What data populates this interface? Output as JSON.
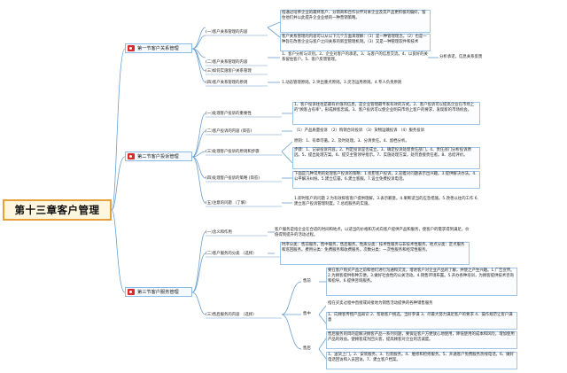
{
  "root": {
    "title": "第十三章客户管理"
  },
  "sections": [
    {
      "title": "第一节客户关系管理"
    },
    {
      "title": "第二节客户投诉管理"
    },
    {
      "title": "第三节客户服务管理"
    }
  ],
  "s1": {
    "b1_label": "(一)客户关系管理的内容",
    "b1_text1": "指通过培养企业的最终客户、分销商和合作伙伴对本企业及其产品更积极的偏好，留住他们并以此提升企业业绩的一种营销策略。",
    "b1_text2": "客户关系管理的内容可以从以下几个方面来理解：（1）是一种管理理念。（2）也是一种旨在改善企业与客户之间关系的新型管理机制。（3）又是一种管理软件和技术",
    "b2_label": "(二)客户关系管理的内容",
    "b2_text": "1、客户分析与识别。2、企业对客户的承诺。3、与客户的信息交流。4、以良好的关系留住客户。5、客户反馈管理。",
    "b2_side": "分析承诺，信息关系反馈",
    "b3_label": "(三)如何实施客户关系管理",
    "b4_label": "(四)客户关系管理的原则",
    "b4_text": "1.动态管理原则。2.突出重点原则。3.灵活运用原则。4.专人负责原则"
  },
  "s2": {
    "b1_label": "(一)处理客户投诉的重要性",
    "b1_text": "1、客户投诉往往是最有价值的信息，是企业管理最专家有效的方式。2、客户投诉可以提高企业在市场上的\"顾客占有率\"，形成顾客忠诚。3、客户投诉可以使企业明白市场上客户的要求，发现新的市场机会。",
    "b2_label": "(二)客户投诉的内容 (简答)",
    "b2_text": "（1）产品质量投诉 （2）购销合同投诉 （3）货物运输投诉 （4）服务投诉",
    "b3_label": "(三)处理客户投诉的原则和步骤",
    "b3_principle": "原则：1、有章可循。2、及时处理。3、分清责任。4、留档分析。",
    "b3_steps": "步骤：1、记录投诉内容。2、判定投诉是否成立。3、确定投诉处理责任部门。4、责任部门分析投诉原因。5、提出处理方案。6、提交主管领导批示。7、实施处理方案，处罚直接责任者。8、总结评价。",
    "b4_label": "(四)处理客户投诉的策略 (简答)",
    "b4_text": "下面是几种常用的处理客户投诉的策略：1.抚慰客户投诉。2.迎着对问题表示出兴趣。3.提供解决办法。4.公平解决纠纷。5.建立信誉。6.建立客服。7.设立免费投诉电话。",
    "b5_label": "(五)注意的问题 （了解）",
    "b5_text": "1.即时客户的问题 2.为有效抑客客户提供理解。3.表示歉意。4.果断适当的应急措施。5.改善以往的工作 6.建立客户投诉管理制度。7.总结服务的实施。"
  },
  "s3": {
    "b1_label": "(一)含义和作用",
    "b1_text": "客户服务是指企业在合适的时间和地点，以适当的价格和方式向客户提供产品和服务，使客户的需求得到满足，价值得到提升的活动过程。",
    "b2_label": "(二)客户服务的分类 （选择）",
    "b2_text": "时序分类：售前服务，售中服务，售后服务。性质分类：技术性服务与非技术性服务。地点分类：定点服务和巡回服务。费用分类：免费服务和收费服务。次数分类：一次性服务和经常性服务。",
    "b3_label": "(三)售后服务的内容 （选择）",
    "pre_label": "售前",
    "pre_text1": "要在客户购买产品之前和他们进行沟通和交流，增进客户对企业产品的了解，并使之产生兴趣。1.广告宣传。2.为顾客提供各种方便。3.做好社会性的公关活动。4.销售环境布置。5.开办各种培训，为顾客提供技术咨询和指导。6.提供咨询服务。",
    "mid_label": "售中",
    "mid_text1": "指在买卖过程中直接或间接地为销售活动提供的各种销售服务",
    "mid_text2": "1、向顾客传授产品知识 2、帮助客户挑选，当好参谋 3、尽最大努力满足客户的要求 4、操作规范让客户满意",
    "post_label": "售后",
    "post_text1": "售后服务的目的是解决顾客产品一系列问题，要保证客户方便放心地使用，降低使用的成本和风险，增加使用产品的效益。使顾客成为回头客，提高顾客对企业的忠诚度。",
    "post_text2": "1、送货上门。2、安装服务。3、包装服务。4、维修和检修服务。5、开通客户免费服务热线电话。6、做好电话回访和入员回访。7、建立客户档案。"
  }
}
